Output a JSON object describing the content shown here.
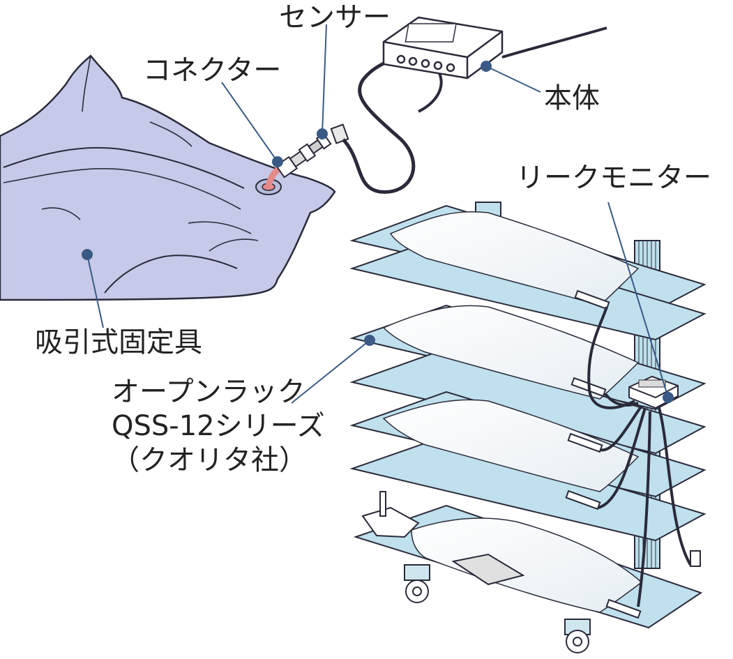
{
  "labels": {
    "sensor": "センサー",
    "connector": "コネクター",
    "main_unit": "本体",
    "leak_monitor": "リークモニター",
    "vacuum_fixture": "吸引式固定具",
    "open_rack": {
      "line1": "オープンラック",
      "line2": "QSS-12シリーズ",
      "line3": "（クオリタ社）"
    }
  },
  "colors": {
    "cushion": "#c6c9e8",
    "shelf": "#bfe0ec",
    "leader_line": "#3a5a85",
    "connector_tube": "#e58a8a"
  }
}
